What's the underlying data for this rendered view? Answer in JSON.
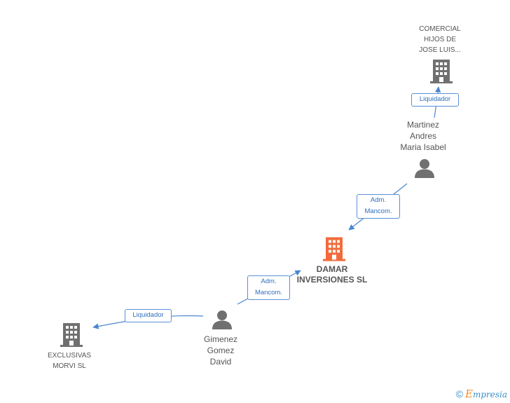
{
  "nodes": {
    "comercial": {
      "label": "COMERCIAL\nHIJOS DE\nJOSE LUIS..."
    },
    "martinez": {
      "label": "Martinez\nAndres\nMaria Isabel"
    },
    "damar": {
      "label": "DAMAR\nINVERSIONES SL"
    },
    "gimenez": {
      "label": "Gimenez\nGomez\nDavid"
    },
    "exclusivas": {
      "label": "EXCLUSIVAS\nMORVI SL"
    }
  },
  "edges": {
    "martinez_comercial": {
      "label": "Liquidador"
    },
    "martinez_damar": {
      "label": "Adm.\nMancom."
    },
    "gimenez_damar": {
      "label": "Adm.\nMancom."
    },
    "gimenez_exclusivas": {
      "label": "Liquidador"
    }
  },
  "footer": {
    "copyright_symbol": "©",
    "brand_initial": "E",
    "brand_rest": "mpresia"
  },
  "colors": {
    "main_company": "#f26b3a",
    "company": "#707070",
    "person": "#707070",
    "edge": "#4a86cf"
  }
}
